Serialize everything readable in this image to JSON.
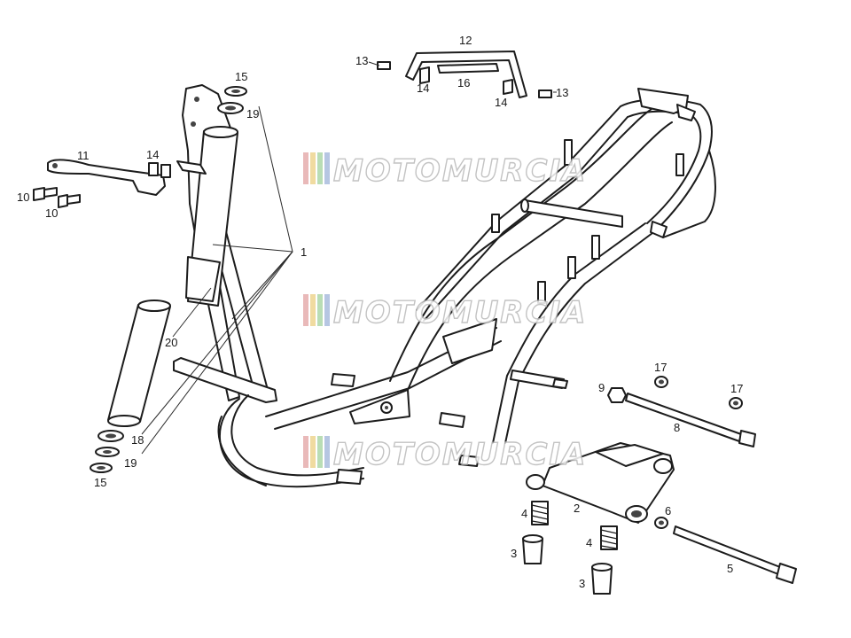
{
  "watermark": {
    "text": "MOTOMURCIA",
    "stripe_colors": [
      "#e9b9b9",
      "#f0dba0",
      "#b9ddb5",
      "#b6c6e2"
    ]
  },
  "callouts": [
    {
      "id": "c1",
      "text": "1"
    },
    {
      "id": "c2",
      "text": "2"
    },
    {
      "id": "c3a",
      "text": "3"
    },
    {
      "id": "c3b",
      "text": "3"
    },
    {
      "id": "c4a",
      "text": "4"
    },
    {
      "id": "c4b",
      "text": "4"
    },
    {
      "id": "c5",
      "text": "5"
    },
    {
      "id": "c6",
      "text": "6"
    },
    {
      "id": "c8",
      "text": "8"
    },
    {
      "id": "c9",
      "text": "9"
    },
    {
      "id": "c10a",
      "text": "10"
    },
    {
      "id": "c10b",
      "text": "10"
    },
    {
      "id": "c11",
      "text": "11"
    },
    {
      "id": "c12",
      "text": "12"
    },
    {
      "id": "c13a",
      "text": "13"
    },
    {
      "id": "c13b",
      "text": "13"
    },
    {
      "id": "c14a",
      "text": "14"
    },
    {
      "id": "c14b",
      "text": "14"
    },
    {
      "id": "c14c",
      "text": "14"
    },
    {
      "id": "c15a",
      "text": "15"
    },
    {
      "id": "c15b",
      "text": "15"
    },
    {
      "id": "c16",
      "text": "16"
    },
    {
      "id": "c17a",
      "text": "17"
    },
    {
      "id": "c17b",
      "text": "17"
    },
    {
      "id": "c18",
      "text": "18"
    },
    {
      "id": "c19a",
      "text": "19"
    },
    {
      "id": "c19b",
      "text": "19"
    },
    {
      "id": "c20",
      "text": "20"
    }
  ]
}
